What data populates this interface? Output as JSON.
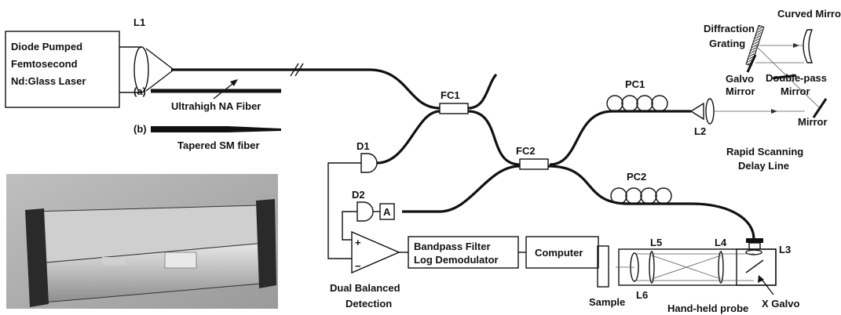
{
  "labels": {
    "laser": [
      "Diode Pumped",
      "Femtosecond",
      "Nd:Glass Laser"
    ],
    "l1": "L1",
    "fiber_a_tag": "(a)",
    "fiber_a": "Ultrahigh NA Fiber",
    "fiber_b_tag": "(b)",
    "fiber_b": "Tapered SM fiber",
    "fc1": "FC1",
    "fc2": "FC2",
    "pc1": "PC1",
    "pc2": "PC2",
    "d1": "D1",
    "d2": "D2",
    "amp": "A",
    "plus": "+",
    "minus": "−",
    "dual_balanced": [
      "Dual Balanced",
      "Detection"
    ],
    "bandpass": [
      "Bandpass Filter",
      "Log Demodulator"
    ],
    "computer": "Computer",
    "diffraction_grating": [
      "Diffraction",
      "Grating"
    ],
    "curved_mirror": "Curved Mirror",
    "galvo_mirror": [
      "Galvo",
      "Mirror"
    ],
    "double_pass": [
      "Double-pass",
      "Mirror"
    ],
    "mirror": "Mirror",
    "l2": "L2",
    "rsdl": [
      "Rapid Scanning",
      "Delay Line"
    ],
    "l3": "L3",
    "l4": "L4",
    "l5": "L5",
    "l6": "L6",
    "sample": "Sample",
    "probe": "Hand-held probe",
    "x_galvo": "X Galvo"
  },
  "photo": {
    "description_icon": "laser-device-photo"
  }
}
